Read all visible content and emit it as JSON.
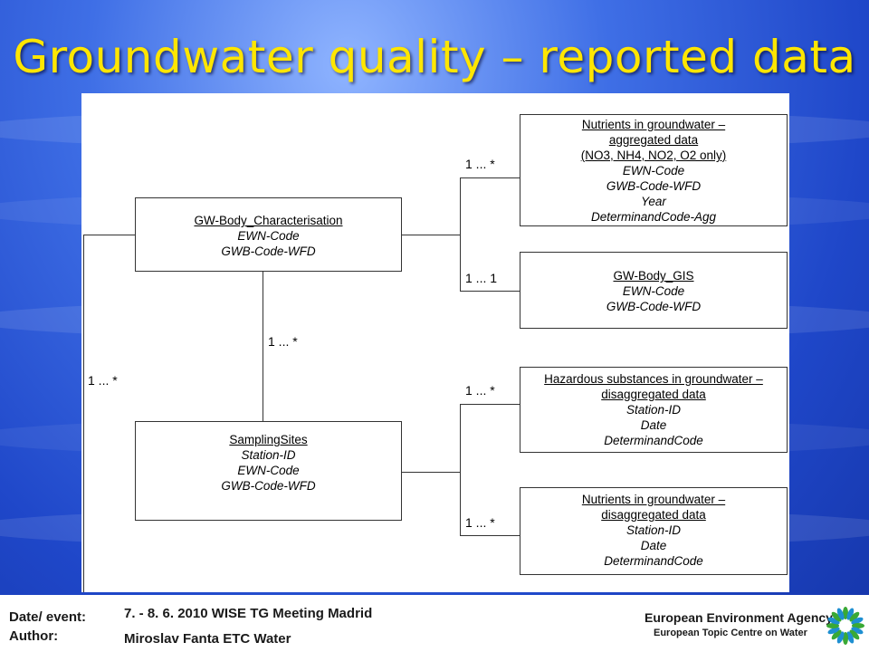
{
  "title": "Groundwater quality – reported data",
  "diagram": {
    "gw_body": {
      "header": "GW-Body_Characterisation",
      "fields": [
        "EWN-Code",
        "GWB-Code-WFD"
      ]
    },
    "sampling": {
      "header": "SamplingSites",
      "fields": [
        "Station-ID",
        "EWN-Code",
        "GWB-Code-WFD"
      ]
    },
    "nutrients_agg": {
      "header_lines": [
        "Nutrients in groundwater –",
        "aggregated data",
        "(NO3, NH4, NO2, O2 only)"
      ],
      "fields": [
        "EWN-Code",
        "GWB-Code-WFD",
        "Year",
        "DeterminandCode-Agg"
      ]
    },
    "gis": {
      "header": "GW-Body_GIS",
      "fields": [
        "EWN-Code",
        "GWB-Code-WFD"
      ]
    },
    "hazardous": {
      "header_lines": [
        "Hazardous substances in groundwater –",
        "disaggregated data"
      ],
      "fields": [
        "Station-ID",
        "Date",
        "DeterminandCode"
      ]
    },
    "nutrients_disagg": {
      "header_lines": [
        "Nutrients in groundwater –",
        "disaggregated data"
      ],
      "fields": [
        "Station-ID",
        "Date",
        "DeterminandCode"
      ]
    },
    "cardinalities": {
      "to_nutrients_agg": "1 ... *",
      "to_gis": "1 ... 1",
      "gw_to_sampling": "1 ... *",
      "left_loop": "1 ... *",
      "to_hazardous": "1 ... *",
      "to_nutrients_disagg": "1 ... *"
    }
  },
  "footer": {
    "date_label": "Date/ event:",
    "author_label": "Author:",
    "date_value": "7. - 8. 6. 2010  WISE TG Meeting  Madrid",
    "author_value": "Miroslav Fanta    ETC Water"
  },
  "logo": {
    "line1": "European Environment Agency",
    "line2": "European Topic Centre on Water",
    "icon": "eea-logo-icon",
    "colors": {
      "green": "#3aa935",
      "blue": "#1e8fd1"
    }
  }
}
